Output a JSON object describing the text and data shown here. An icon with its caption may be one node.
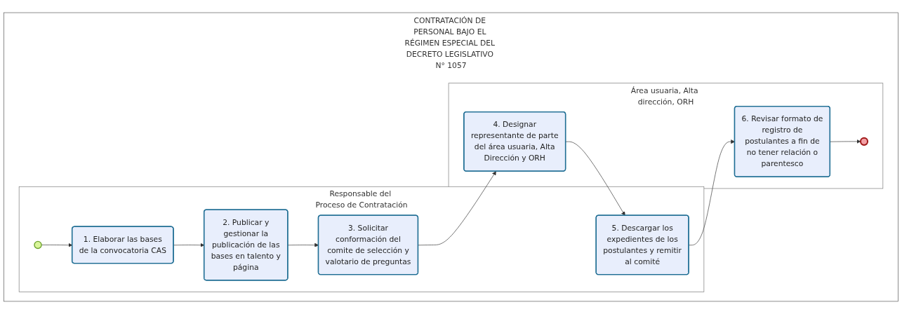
{
  "diagram": {
    "nodes": [
      {
        "text": [
          "CONTRATACIÓN DE PERSONAL BAJO EL RÉGIMEN ESPECIAL DEL DECRETO LEGISLATIVO N° 1057"
        ]
      },
      {
        "text": [
          "Responsable del Proceso de Contratación"
        ],
        "in": 0
      },
      {
        "text": [
          "Área usuaria, Alta dirección, ORH"
        ],
        "in": 0
      },
      {
        "text": [],
        "shape": "circle",
        "in": 1
      },
      {
        "text": [
          "1. Elaborar las bases de la convocatoria CAS"
        ],
        "in": 1
      },
      {
        "text": [
          "2. Publicar y gestionar la publicación de las bases en talento y página"
        ],
        "in": 1
      },
      {
        "text": [
          "3. Solicitar conformación del comite de selección y valotario de preguntas"
        ],
        "in": 1
      },
      {
        "text": [
          "5. Descargar los expedientes de los postulantes y remitir al comité"
        ],
        "in": 1
      },
      {
        "text": [
          "4. Designar representante de parte del área usuaria, Alta Dirección y ORH"
        ],
        "in": 2
      },
      {
        "text": [
          "6. Revisar formato de registro de postulantes a fin de no tener relación o parentesco"
        ],
        "in": 2
      },
      {
        "text": [],
        "shape": "circle",
        "in": 2
      }
    ],
    "edges": [
      {
        "from": 3,
        "to": 4,
        "arrow": "to"
      },
      {
        "from": 4,
        "to": 5,
        "arrow": "to"
      },
      {
        "from": 5,
        "to": 6,
        "arrow": "to"
      },
      {
        "from": 6,
        "to": 8,
        "arrow": "to"
      },
      {
        "from": 8,
        "to": 7,
        "arrow": "to"
      },
      {
        "from": 7,
        "to": 9,
        "arrow": "to"
      },
      {
        "from": 9,
        "to": 10,
        "arrow": "to"
      }
    ]
  }
}
